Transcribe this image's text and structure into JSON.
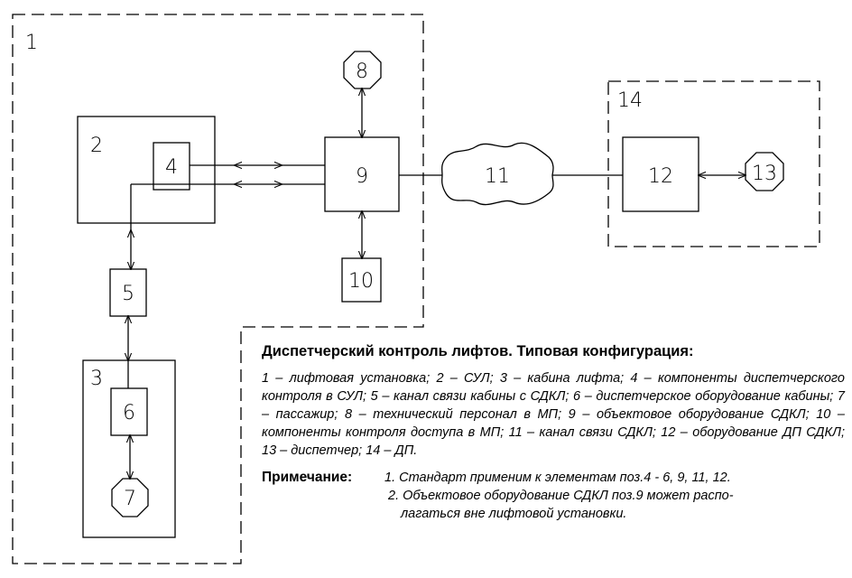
{
  "diagram": {
    "labels": {
      "n1": "1",
      "n2": "2",
      "n3": "3",
      "n4": "4",
      "n5": "5",
      "n6": "6",
      "n7": "7",
      "n8": "8",
      "n9": "9",
      "n10": "10",
      "n11": "11",
      "n12": "12",
      "n13": "13",
      "n14": "14"
    }
  },
  "caption": {
    "title": "Диспетчерский контроль лифтов. Типовая конфигурация:",
    "legend": "1 – лифтовая установка; 2 – СУЛ; 3 – кабина лифта; 4 – компоненты диспетчерского контроля в СУЛ; 5 – канал связи кабины с СДКЛ; 6 – диспетчерское оборудование кабины; 7 – пассажир;    8 – технический персонал в МП;  9 – объектовое оборудование СДКЛ; 10 – компоненты контроля доступа в МП; 11 – канал связи СДКЛ; 12 – оборудование ДП СДКЛ; 13 – диспетчер; 14 – ДП.",
    "note_heading": "Примечание:",
    "note_lines": [
      "1. Стандарт применим к элементам поз.4 - 6, 9, 11, 12.",
      "2. Объектовое оборудование СДКЛ поз.9 может распо-",
      "лагаться вне лифтовой установки."
    ]
  }
}
